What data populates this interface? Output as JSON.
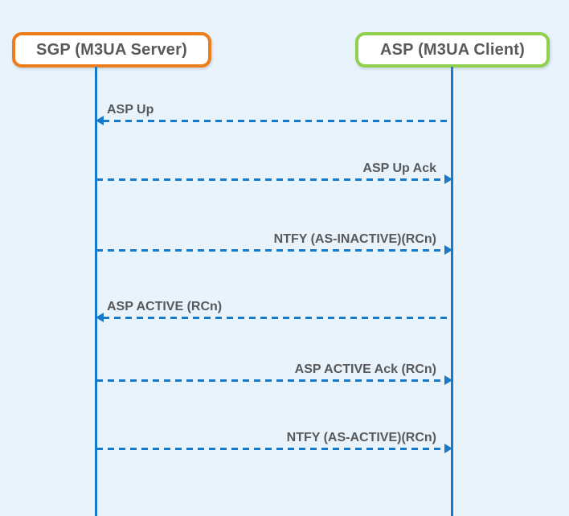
{
  "diagram": {
    "type": "sequence-diagram",
    "line_style": "dashed"
  },
  "actors": [
    {
      "id": "sgp",
      "label": "SGP (M3UA Server)",
      "role": "server",
      "border_color": "#ee7c1b"
    },
    {
      "id": "asp",
      "label": "ASP (M3UA Client)",
      "role": "client",
      "border_color": "#90d04e"
    }
  ],
  "messages": [
    {
      "label": "ASP Up",
      "from": "asp",
      "to": "sgp",
      "direction": "left"
    },
    {
      "label": "ASP Up Ack",
      "from": "sgp",
      "to": "asp",
      "direction": "right"
    },
    {
      "label": "NTFY (AS-INACTIVE)(RCn)",
      "from": "sgp",
      "to": "asp",
      "direction": "right"
    },
    {
      "label": "ASP ACTIVE (RCn)",
      "from": "asp",
      "to": "sgp",
      "direction": "left"
    },
    {
      "label": "ASP ACTIVE Ack (RCn)",
      "from": "sgp",
      "to": "asp",
      "direction": "right"
    },
    {
      "label": "NTFY (AS-ACTIVE)(RCn)",
      "from": "sgp",
      "to": "asp",
      "direction": "right"
    }
  ],
  "colors": {
    "background": "#e8f3fc",
    "line_blue": "#1679ca",
    "sgp_border_orange": "#ee7c1b",
    "asp_border_green": "#90d04e",
    "text_gray": "#58595b"
  }
}
